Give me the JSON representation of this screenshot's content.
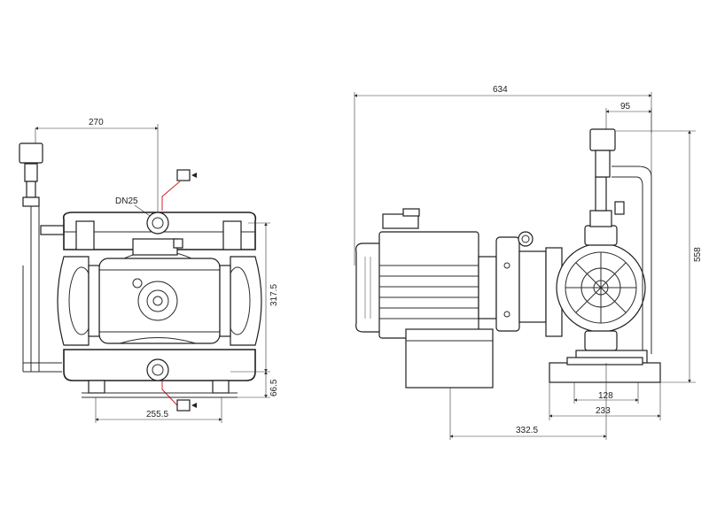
{
  "front_view": {
    "dim_width_top": "270",
    "dim_port": "DN25",
    "dim_height_body": "317.5",
    "dim_height_base": "66.5",
    "dim_width_base": "255.5"
  },
  "side_view": {
    "dim_overall_length": "634",
    "dim_top_offset": "95",
    "dim_overall_height": "558",
    "dim_foot_inner": "128",
    "dim_foot_outer": "233",
    "dim_base_to_pump": "332.5"
  },
  "colors": {
    "line": "#2b2b2b",
    "accent": "#d0202a"
  }
}
